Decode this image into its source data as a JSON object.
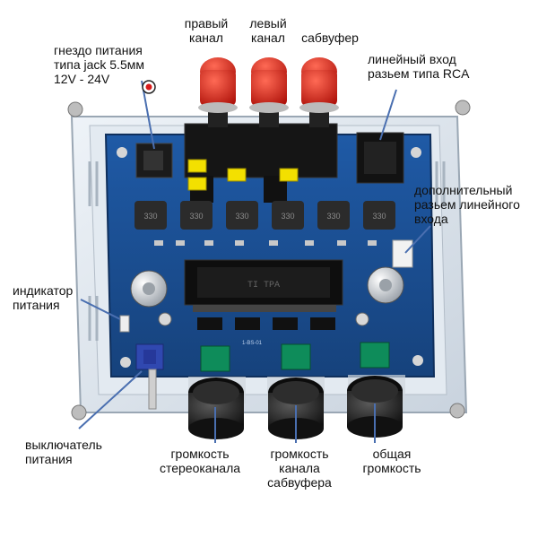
{
  "labels": {
    "right_channel": "правый\nканал",
    "left_channel": "левый\nканал",
    "subwoofer": "сабвуфер",
    "power_jack": "гнездо питания\nтипа jack 5.5мм\n12V - 24V",
    "rca_input": "линейный вход\nразьем типа RCA",
    "aux_input": "дополнительный\nразьем линейного\nвхода",
    "power_indicator": "индикатор\nпитания",
    "power_switch": "выключатель\nпитания",
    "stereo_volume": "громкость\nстереоканала",
    "sub_volume": "громкость\nканала\nсабвуфера",
    "master_volume": "общая\nгромкость"
  },
  "board": {
    "chip_text": "TI TPA",
    "inductor_text": "330",
    "board_code": "1-BS-01"
  },
  "colors": {
    "pcb": "#1d4f93",
    "binding_post": "#d8261c",
    "knob": "#1a1a1a",
    "pointer": "#4a6fb0",
    "led_dot": "#d81b1b"
  }
}
